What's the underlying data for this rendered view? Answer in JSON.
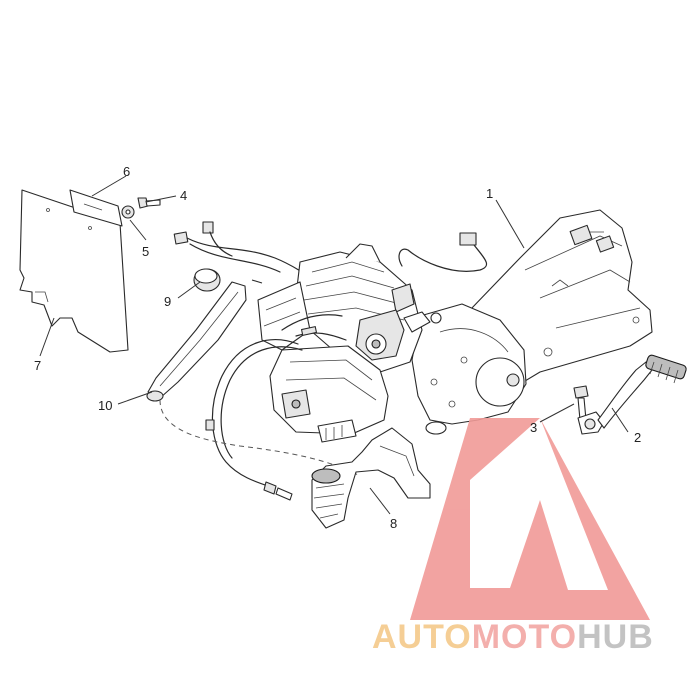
{
  "diagram": {
    "callouts": [
      {
        "id": "1",
        "label": "1"
      },
      {
        "id": "2",
        "label": "2"
      },
      {
        "id": "3",
        "label": "3"
      },
      {
        "id": "4",
        "label": "4"
      },
      {
        "id": "5",
        "label": "5"
      },
      {
        "id": "6",
        "label": "6"
      },
      {
        "id": "7",
        "label": "7"
      },
      {
        "id": "8",
        "label": "8"
      },
      {
        "id": "9",
        "label": "9"
      },
      {
        "id": "10",
        "label": "10"
      }
    ]
  },
  "watermark": {
    "part1": "AUTO",
    "part2": "MOTO",
    "part3": "HUB",
    "colors": {
      "part1": "#f4c98a",
      "part2": "#f2a7a4",
      "part3": "#bdbdbd",
      "triangle": "#f19a97"
    }
  }
}
